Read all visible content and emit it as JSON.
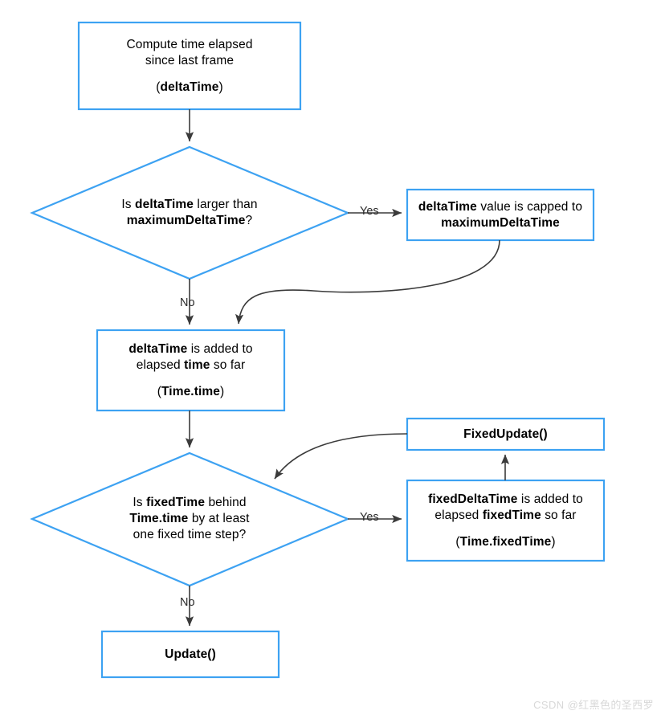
{
  "diagram": {
    "type": "flowchart",
    "title": "Unity time / update loop flowchart",
    "colors": {
      "node_border": "#3da2f2",
      "node_fill": "#ffffff",
      "connector": "#3b3b3b",
      "text": "#000000",
      "watermark": "#d8d8d8"
    },
    "nodes": [
      {
        "id": "compute-delta-time",
        "shape": "rectangle",
        "lines": [
          {
            "text": "Compute time elapsed",
            "bold": false
          },
          {
            "text": "since last frame",
            "bold": false
          },
          {
            "text": "",
            "spacer": true
          },
          {
            "text": "(deltaTime)",
            "bold": true,
            "parens": true
          }
        ],
        "plain": "Compute time elapsed since last frame (deltaTime)"
      },
      {
        "id": "is-delta-larger",
        "shape": "diamond",
        "lines": [
          {
            "text": "Is deltaTime larger than"
          },
          {
            "text": "maximumDeltaTime?"
          }
        ],
        "plain": "Is deltaTime larger than maximumDeltaTime?"
      },
      {
        "id": "delta-capped",
        "shape": "rectangle",
        "lines": [
          {
            "text": "deltaTime value is capped to"
          },
          {
            "text": "maximumDeltaTime"
          }
        ],
        "plain": "deltaTime value is capped to maximumDeltaTime"
      },
      {
        "id": "delta-added-to-time",
        "shape": "rectangle",
        "lines": [
          {
            "text": "deltaTime is added to"
          },
          {
            "text": "elapsed time so far"
          },
          {
            "text": "",
            "spacer": true
          },
          {
            "text": "(Time.time)"
          }
        ],
        "plain": "deltaTime is added to elapsed time so far (Time.time)"
      },
      {
        "id": "is-fixed-behind",
        "shape": "diamond",
        "lines": [
          {
            "text": "Is fixedTime behind"
          },
          {
            "text": "Time.time by at least"
          },
          {
            "text": "one fixed time step?"
          }
        ],
        "plain": "Is fixedTime behind Time.time by at least one fixed time step?"
      },
      {
        "id": "fixed-update",
        "shape": "rectangle",
        "lines": [
          {
            "text": "FixedUpdate()",
            "bold": true
          }
        ],
        "plain": "FixedUpdate()"
      },
      {
        "id": "fixed-delta-added",
        "shape": "rectangle",
        "lines": [
          {
            "text": "fixedDeltaTime is added to"
          },
          {
            "text": "elapsed fixedTime so far"
          },
          {
            "text": "",
            "spacer": true
          },
          {
            "text": "(Time.fixedTime)"
          }
        ],
        "plain": "fixedDeltaTime is added to elapsed fixedTime so far (Time.fixedTime)"
      },
      {
        "id": "update",
        "shape": "rectangle",
        "lines": [
          {
            "text": "Update()",
            "bold": true
          }
        ],
        "plain": "Update()"
      }
    ],
    "edge_labels": {
      "decision1_yes": "Yes",
      "decision1_no": "No",
      "decision2_yes": "Yes",
      "decision2_no": "No"
    },
    "node_text": {
      "compute_l1": "Compute time elapsed",
      "compute_l2": "since last frame",
      "compute_l3_pre": "(",
      "compute_l3_bold": "deltaTime",
      "compute_l3_post": ")",
      "d1_l1_pre": "Is ",
      "d1_l1_bold": "deltaTime",
      "d1_l1_post": " larger than",
      "d1_l2_bold": "maximumDeltaTime",
      "d1_l2_post": "?",
      "cap_l1_bold": "deltaTime",
      "cap_l1_post": " value is capped to",
      "cap_l2_bold": "maximumDeltaTime",
      "add_l1_bold": "deltaTime",
      "add_l1_post": " is added to",
      "add_l2_pre": "elapsed ",
      "add_l2_bold": "time",
      "add_l2_post": " so far",
      "add_l3_pre": "(",
      "add_l3_bold": "Time.time",
      "add_l3_post": ")",
      "d2_l1_pre": "Is ",
      "d2_l1_bold": "fixedTime",
      "d2_l1_post": " behind",
      "d2_l2_bold": "Time.time",
      "d2_l2_post": " by at least",
      "d2_l3": "one fixed time step?",
      "fixedupdate_label": "FixedUpdate()",
      "fadd_l1_bold": "fixedDeltaTime",
      "fadd_l1_post": " is added to",
      "fadd_l2_pre": "elapsed ",
      "fadd_l2_bold": "fixedTime",
      "fadd_l2_post": " so far",
      "fadd_l3_pre": "(",
      "fadd_l3_bold": "Time.fixedTime",
      "fadd_l3_post": ")",
      "update_label": "Update()"
    }
  },
  "watermark": {
    "text": "CSDN @红黑色的圣西罗"
  }
}
